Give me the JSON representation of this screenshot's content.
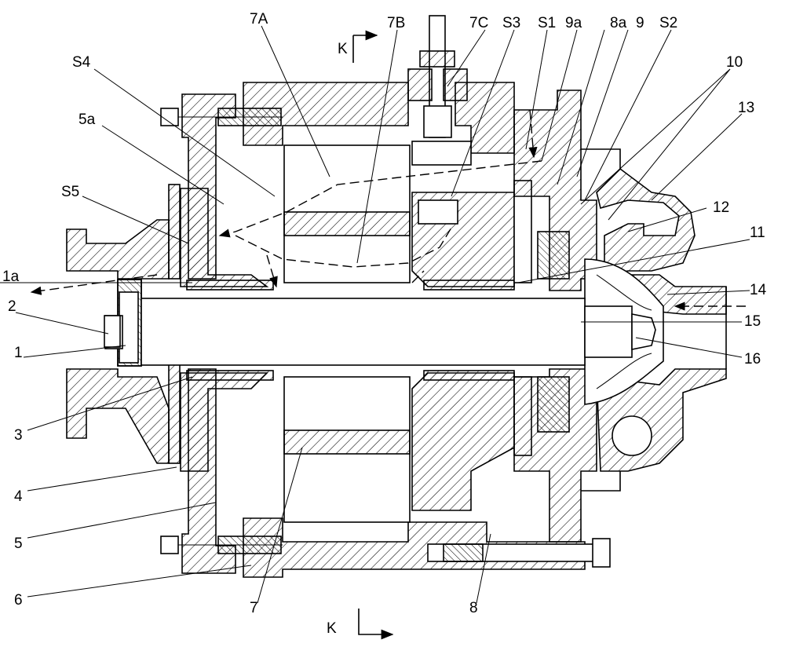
{
  "section_labels": [
    "K",
    "K"
  ],
  "callouts": [
    "7A",
    "7B",
    "7C",
    "S3",
    "S1",
    "9a",
    "8a",
    "9",
    "S2",
    "10",
    "13",
    "S4",
    "5a",
    "S5",
    "12",
    "1a",
    "11",
    "2",
    "14",
    "1",
    "15",
    "16",
    "3",
    "4",
    "5",
    "6",
    "7",
    "8"
  ]
}
